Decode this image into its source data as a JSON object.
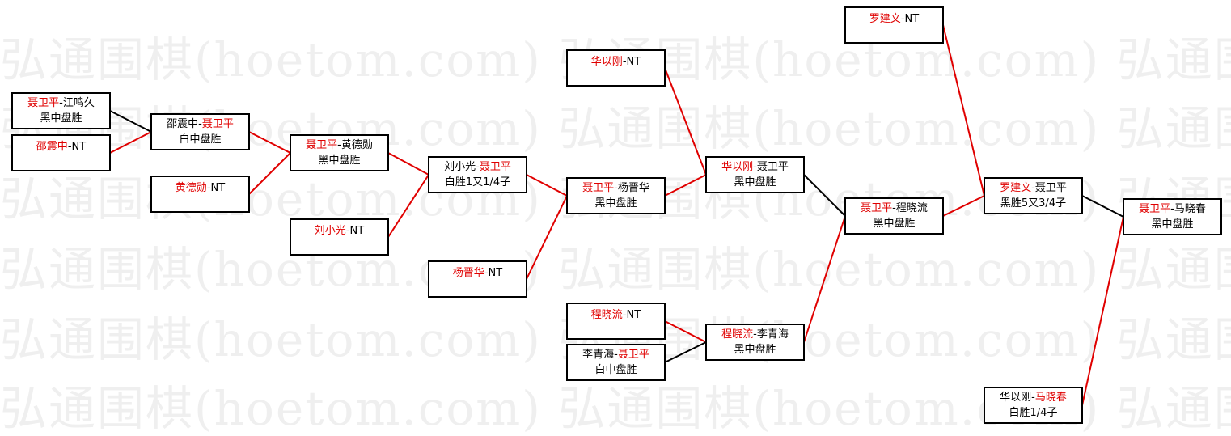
{
  "watermark": "弘通围棋(hoetom.com) 弘通围棋(hoetom.com) 弘通围棋(hoetom.com)",
  "colors": {
    "winner_text": "#e00000",
    "win_line": "#e00000",
    "other_line": "#000000"
  },
  "matches": [
    {
      "id": "r1-a",
      "p1": "聂卫平",
      "sep": "-",
      "p2": "江鸣久",
      "winner": 1,
      "result": "黑中盘胜"
    },
    {
      "id": "r1-b",
      "p1": "邵震中",
      "sep": "-",
      "p2": "NT",
      "winner": 1,
      "result": ""
    },
    {
      "id": "r2-a",
      "p1": "邵震中",
      "sep": "-",
      "p2": "聂卫平",
      "winner": 2,
      "result": "白中盘胜"
    },
    {
      "id": "r2-b",
      "p1": "黄德勋",
      "sep": "-",
      "p2": "NT",
      "winner": 1,
      "result": ""
    },
    {
      "id": "r3-a",
      "p1": "聂卫平",
      "sep": "-",
      "p2": "黄德勋",
      "winner": 1,
      "result": "黑中盘胜"
    },
    {
      "id": "r3-b",
      "p1": "刘小光",
      "sep": "-",
      "p2": "NT",
      "winner": 1,
      "result": ""
    },
    {
      "id": "r4-a",
      "p1": "刘小光",
      "sep": "-",
      "p2": "聂卫平",
      "winner": 2,
      "result": "白胜1又1/4子"
    },
    {
      "id": "r4-b",
      "p1": "杨晋华",
      "sep": "-",
      "p2": "NT",
      "winner": 1,
      "result": ""
    },
    {
      "id": "r5-a",
      "p1": "华以刚",
      "sep": "-",
      "p2": "NT",
      "winner": 1,
      "result": ""
    },
    {
      "id": "r5-b",
      "p1": "聂卫平",
      "sep": "-",
      "p2": "杨晋华",
      "winner": 1,
      "result": "黑中盘胜"
    },
    {
      "id": "r5-c",
      "p1": "程晓流",
      "sep": "-",
      "p2": "NT",
      "winner": 1,
      "result": ""
    },
    {
      "id": "r5-d",
      "p1": "李青海",
      "sep": "-",
      "p2": "聂卫平",
      "winner": 2,
      "result": "白中盘胜"
    },
    {
      "id": "r6-a",
      "p1": "华以刚",
      "sep": "-",
      "p2": "聂卫平",
      "winner": 1,
      "result": "黑中盘胜"
    },
    {
      "id": "r6-b",
      "p1": "程晓流",
      "sep": "-",
      "p2": "李青海",
      "winner": 1,
      "result": "黑中盘胜"
    },
    {
      "id": "r7",
      "p1": "聂卫平",
      "sep": "-",
      "p2": "程晓流",
      "winner": 1,
      "result": "黑中盘胜"
    },
    {
      "id": "r8-a",
      "p1": "罗建文",
      "sep": "-",
      "p2": "NT",
      "winner": 1,
      "result": ""
    },
    {
      "id": "r8-b",
      "p1": "罗建文",
      "sep": "-",
      "p2": "聂卫平",
      "winner": 1,
      "result": "黑胜5又3/4子"
    },
    {
      "id": "r8-c",
      "p1": "华以刚",
      "sep": "-",
      "p2": "马晓春",
      "winner": 2,
      "result": "白胜1/4子"
    },
    {
      "id": "final",
      "p1": "聂卫平",
      "sep": "-",
      "p2": "马晓春",
      "winner": 1,
      "result": "黑中盘胜"
    }
  ],
  "edges": [
    {
      "from": "r1-a",
      "to": "r2-a",
      "win": false
    },
    {
      "from": "r1-b",
      "to": "r2-a",
      "win": true
    },
    {
      "from": "r2-a",
      "to": "r3-a",
      "win": true
    },
    {
      "from": "r2-b",
      "to": "r3-a",
      "win": true
    },
    {
      "from": "r3-a",
      "to": "r4-a",
      "win": true
    },
    {
      "from": "r3-b",
      "to": "r4-a",
      "win": true
    },
    {
      "from": "r4-a",
      "to": "r5-b",
      "win": true
    },
    {
      "from": "r4-b",
      "to": "r5-b",
      "win": true
    },
    {
      "from": "r5-a",
      "to": "r6-a",
      "win": true
    },
    {
      "from": "r5-b",
      "to": "r6-a",
      "win": true
    },
    {
      "from": "r5-c",
      "to": "r6-b",
      "win": true
    },
    {
      "from": "r5-d",
      "to": "r6-b",
      "win": false
    },
    {
      "from": "r6-a",
      "to": "r7",
      "win": false
    },
    {
      "from": "r6-b",
      "to": "r7",
      "win": true
    },
    {
      "from": "r8-a",
      "to": "r8-b",
      "win": true
    },
    {
      "from": "r7",
      "to": "r8-b",
      "win": true
    },
    {
      "from": "r8-b",
      "to": "final",
      "win": false
    },
    {
      "from": "r8-c",
      "to": "final",
      "win": true
    }
  ]
}
